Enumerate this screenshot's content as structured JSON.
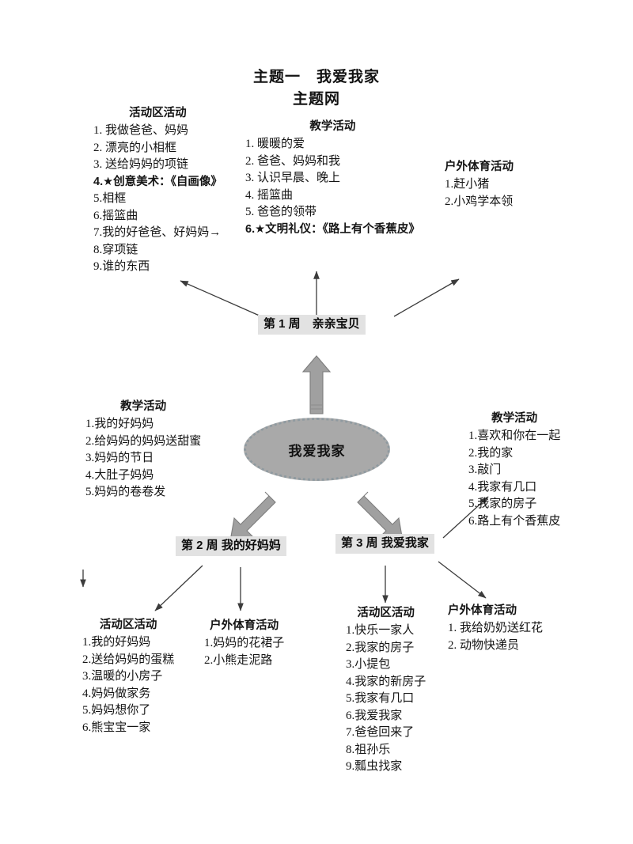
{
  "title": {
    "main": "主题一　我爱我家",
    "sub": "主题网"
  },
  "center": {
    "label": "我爱我家"
  },
  "weeks": {
    "w1": "第 1 周　亲亲宝贝",
    "w2": "第 2 周 我的好妈妈",
    "w3": "第 3 周 我爱我家"
  },
  "blocks": {
    "top_left": {
      "heading": "活动区活动",
      "items": [
        "1.  我做爸爸、妈妈",
        "2.  漂亮的小相框",
        "3.  送给妈妈的项链",
        "4.★创意美术：《自画像》",
        "5.相框",
        "6.摇篮曲",
        "7.我的好爸爸、好妈妈→",
        "8.穿项链",
        "9.谁的东西"
      ],
      "bold_index": 3
    },
    "top_center": {
      "heading": "教学活动",
      "items": [
        "1.  暖暖的爱",
        "2.  爸爸、妈妈和我",
        "3.  认识早晨、晚上",
        "4.  摇篮曲",
        "5.  爸爸的领带",
        "6.★文明礼仪：《路上有个香蕉皮》"
      ],
      "bold_index": 5
    },
    "top_right": {
      "heading": "户外体育活动",
      "items": [
        "1.赶小猪",
        "2.小鸡学本领"
      ],
      "bold_index": -1
    },
    "mid_left": {
      "heading": "教学活动",
      "items": [
        "1.我的好妈妈",
        "2.给妈妈的妈妈送甜蜜",
        "3.妈妈的节日",
        "4.大肚子妈妈",
        "5.妈妈的卷卷发"
      ],
      "bold_index": -1
    },
    "mid_right": {
      "heading": "教学活动",
      "items": [
        "1.喜欢和你在一起",
        "2.我的家",
        "3.敲门",
        "4.我家有几口",
        "5.我家的房子",
        "6.路上有个香蕉皮"
      ],
      "bold_index": -1
    },
    "bottom_left": {
      "heading": "活动区活动",
      "items": [
        "1.我的好妈妈",
        "2.送给妈妈的蛋糕",
        "3.温暖的小房子",
        "4.妈妈做家务",
        "5.妈妈想你了",
        "6.熊宝宝一家"
      ],
      "bold_index": -1
    },
    "bottom_left2": {
      "heading": "户外体育活动",
      "items": [
        "1.妈妈的花裙子",
        "2.小熊走泥路"
      ],
      "bold_index": -1
    },
    "bottom_center": {
      "heading": "活动区活动",
      "items": [
        "1.快乐一家人",
        "2.我家的房子",
        "3.小提包",
        "4.我家的新房子",
        "5.我家有几口",
        "6.我爱我家",
        "7.爸爸回来了",
        "8.祖孙乐",
        "9.瓢虫找家"
      ],
      "bold_index": -1
    },
    "bottom_right": {
      "heading": "户外体育活动",
      "items": [
        "1.  我给奶奶送红花",
        "2.  动物快递员"
      ],
      "bold_index": -1
    }
  },
  "colors": {
    "ellipse_fill": "#a9a9a9",
    "arrow_fill": "#a0a0a0",
    "arrow_stroke": "#7d7d7d",
    "box_fill": "#e2e2e2",
    "line": "#3c3c3c"
  }
}
